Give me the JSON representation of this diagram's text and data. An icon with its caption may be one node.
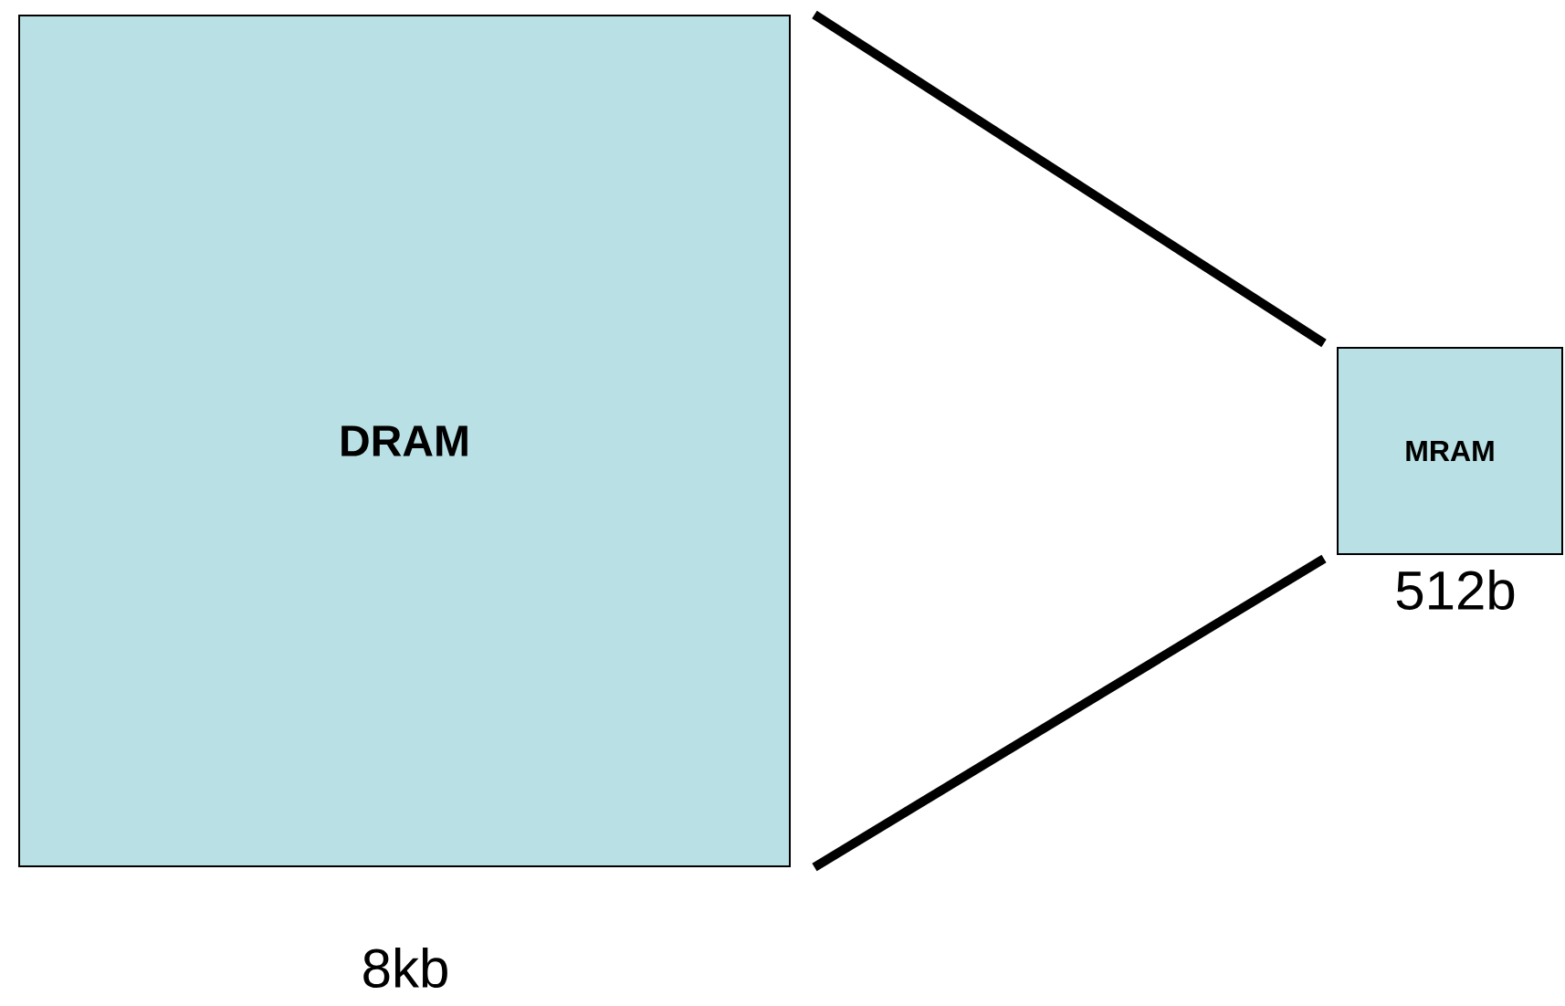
{
  "diagram": {
    "nodes": [
      {
        "text": [
          "DRAM"
        ],
        "beside": [
          "8kb"
        ]
      },
      {
        "text": [
          "MRAM"
        ],
        "beside": [
          "512b"
        ]
      }
    ],
    "edges": [
      {
        "from": 0,
        "to": 1,
        "arrow": "none"
      },
      {
        "from": 0,
        "to": 1,
        "arrow": "none"
      }
    ]
  }
}
